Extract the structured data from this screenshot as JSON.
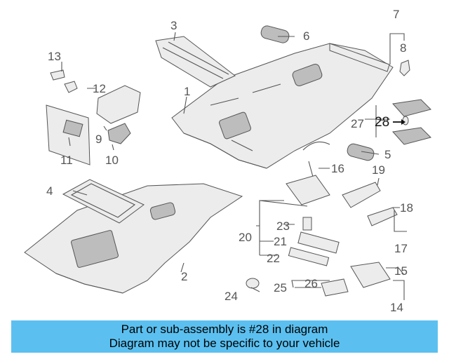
{
  "callouts": [
    "1",
    "2",
    "3",
    "4",
    "5",
    "6",
    "7",
    "8",
    "9",
    "10",
    "11",
    "12",
    "13",
    "14",
    "15",
    "16",
    "17",
    "18",
    "19",
    "20",
    "21",
    "22",
    "23",
    "24",
    "25",
    "26",
    "27",
    "28"
  ],
  "highlighted_callout": "28",
  "colors": {
    "banner_bg": "#5bc0f0",
    "line": "#555555",
    "part_fill": "#ececec"
  },
  "banner": {
    "line1": "Part or sub-assembly is #28 in diagram",
    "line2": "Diagram may not be specific to your vehicle"
  }
}
